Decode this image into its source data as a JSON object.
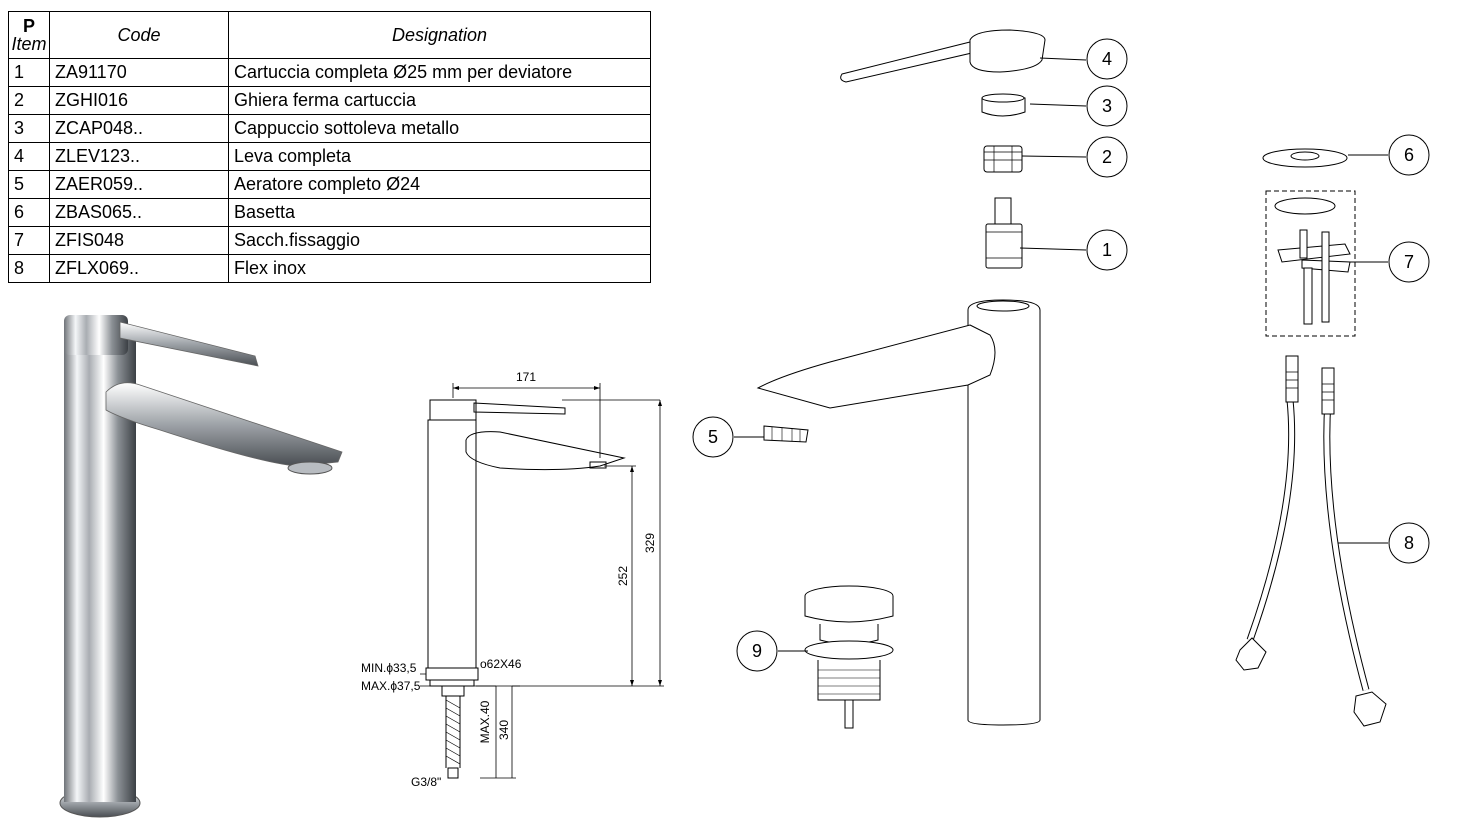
{
  "table": {
    "headers": {
      "p_letter": "P",
      "p_item": "Item",
      "code": "Code",
      "designation": "Designation"
    },
    "rows": [
      {
        "item": "1",
        "code": "ZA91170",
        "designation": "Cartuccia completa Ø25 mm per deviatore"
      },
      {
        "item": "2",
        "code": "ZGHI016",
        "designation": "Ghiera ferma cartuccia"
      },
      {
        "item": "3",
        "code": "ZCAP048..",
        "designation": "Cappuccio sottoleva metallo"
      },
      {
        "item": "4",
        "code": "ZLEV123..",
        "designation": "Leva completa"
      },
      {
        "item": "5",
        "code": "ZAER059..",
        "designation": "Aeratore completo Ø24"
      },
      {
        "item": "6",
        "code": "ZBAS065..",
        "designation": "Basetta"
      },
      {
        "item": "7",
        "code": "ZFIS048",
        "designation": "Sacch.fissaggio"
      },
      {
        "item": "8",
        "code": "ZFLX069..",
        "designation": "Flex inox"
      }
    ]
  },
  "dimensions": {
    "width_top": "171",
    "height_total": "329",
    "height_spout": "252",
    "min_hole": "MIN.ϕ33,5",
    "max_hole": "MAX.ϕ37,5",
    "base_oval": "o62X46",
    "max_thickness": "MAX.40",
    "flex_length": "340",
    "thread": "G3/8\""
  },
  "callouts": [
    "1",
    "2",
    "3",
    "4",
    "5",
    "6",
    "7",
    "8",
    "9"
  ]
}
